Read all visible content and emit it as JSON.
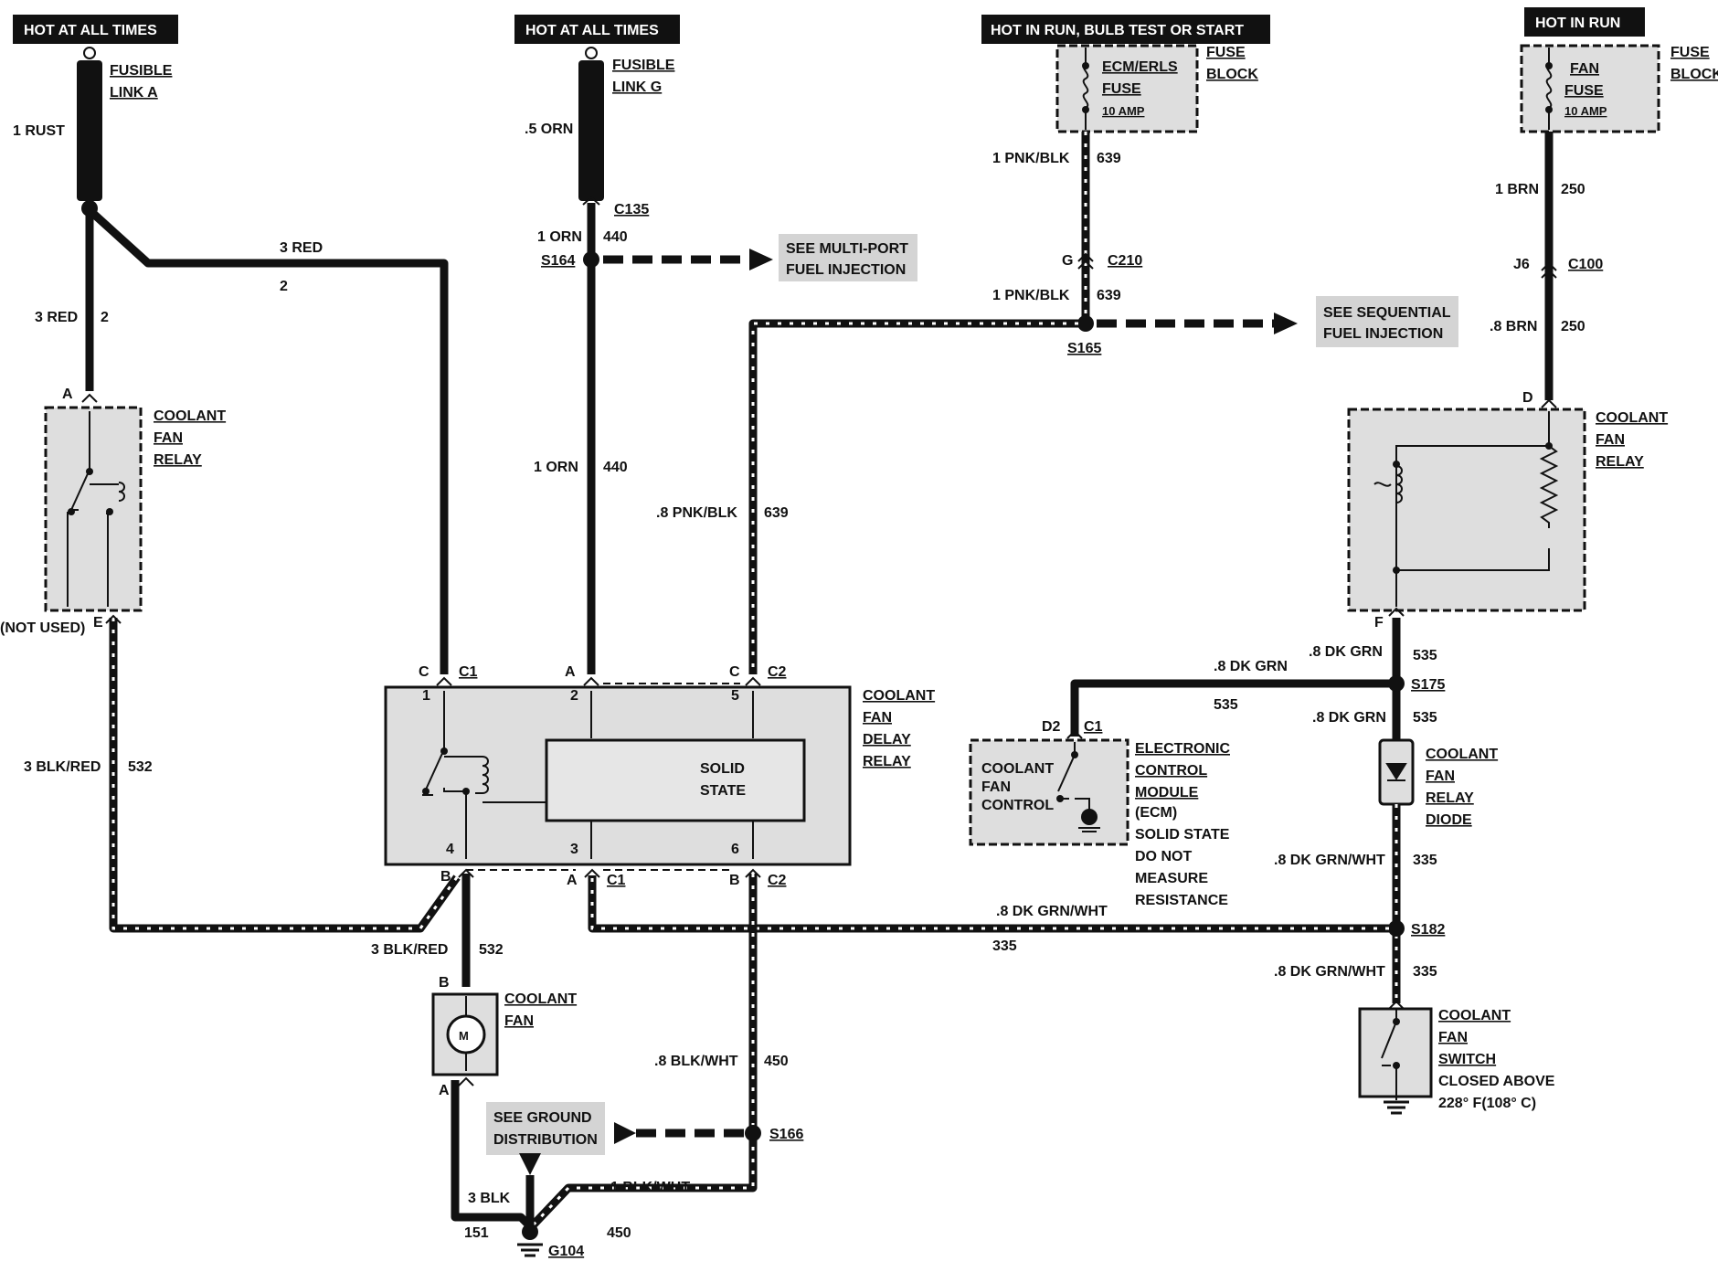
{
  "headers": {
    "h1": "HOT AT ALL TIMES",
    "h2": "HOT AT ALL TIMES",
    "h3": "HOT IN RUN, BULB TEST OR START",
    "h4": "HOT IN RUN"
  },
  "fusible_a": [
    "FUSIBLE",
    "LINK A"
  ],
  "fusible_g": [
    "FUSIBLE",
    "LINK G"
  ],
  "ecm_fuse": [
    "ECM/ERLS",
    "FUSE",
    "10 AMP"
  ],
  "fan_fuse": [
    "FAN",
    "FUSE",
    "10 AMP"
  ],
  "fuse_block_1": [
    "FUSE",
    "BLOCK"
  ],
  "fuse_block_2": [
    "FUSE",
    "BLOCK"
  ],
  "relay_left": [
    "COOLANT",
    "FAN",
    "RELAY"
  ],
  "relay_right": [
    "COOLANT",
    "FAN",
    "RELAY"
  ],
  "delay_relay": [
    "COOLANT",
    "FAN",
    "DELAY",
    "RELAY"
  ],
  "solid_state": [
    "SOLID",
    "STATE"
  ],
  "ecm_box": [
    "COOLANT",
    "FAN",
    "CONTROL"
  ],
  "ecm_label": [
    "ELECTRONIC",
    "CONTROL",
    "MODULE"
  ],
  "ecm_note": [
    "(ECM)",
    "SOLID STATE",
    "DO NOT",
    "MEASURE",
    "RESISTANCE"
  ],
  "diode": [
    "COOLANT",
    "FAN",
    "RELAY",
    "DIODE"
  ],
  "fan": [
    "COOLANT",
    "FAN"
  ],
  "fan_switch": [
    "COOLANT",
    "FAN",
    "SWITCH"
  ],
  "fan_switch_note": [
    "CLOSED ABOVE",
    "228° F(108° C)"
  ],
  "see_mpfi": [
    "SEE MULTI-PORT",
    "FUEL INJECTION"
  ],
  "see_sfi": [
    "SEE SEQUENTIAL",
    "FUEL INJECTION"
  ],
  "see_ground": [
    "SEE GROUND",
    "DISTRIBUTION"
  ],
  "not_used": "(NOT USED)",
  "wires": {
    "w1": "1 RUST",
    "w2": "3 RED",
    "w2n": "2",
    "w3": "3 RED",
    "w3n": "2",
    "w4": ".5 ORN",
    "w5": "1 ORN",
    "w5n": "440",
    "w6": "1 ORN",
    "w6n": "440",
    "w7": "1 PNK/BLK",
    "w7n": "639",
    "w8": "1 PNK/BLK",
    "w8n": "639",
    "w9": ".8 PNK/BLK",
    "w9n": "639",
    "w10": "1 BRN",
    "w10n": "250",
    "w11": ".8 BRN",
    "w11n": "250",
    "w12": ".8 DK GRN",
    "w12n": "535",
    "w13": ".8 DK GRN",
    "w13n": "535",
    "w14": ".8 DK GRN",
    "w14n": "535",
    "w15": ".8 DK GRN/WHT",
    "w15n": "335",
    "w16": ".8 DK GRN/WHT",
    "w16n": "335",
    "w17": ".8 DK GRN/WHT",
    "w17n": "335",
    "w18": "3 BLK/RED",
    "w18n": "532",
    "w19": "3 BLK/RED",
    "w19n": "532",
    "w20": ".8 BLK/WHT",
    "w20n": "450",
    "w21": "1 BLK/WHT",
    "w21n": "450",
    "w22": "3 BLK",
    "w22n": "151"
  },
  "connectors": {
    "c135": "C135",
    "s164": "S164",
    "c210": "C210",
    "g": "G",
    "s165": "S165",
    "c100": "C100",
    "j6": "J6",
    "s175": "S175",
    "s182": "S182",
    "s166": "S166",
    "g104": "G104",
    "c1a": "C1",
    "c2a": "C2",
    "c1b": "C1",
    "c2b": "C2",
    "c1c": "C1",
    "d2": "D2",
    "pinA1": "A",
    "pinE": "E",
    "pinCleft": "C",
    "pinAcenter": "A",
    "pinCright": "C",
    "pinBbot": "B",
    "pinAbot": "A",
    "pinBbot2": "B",
    "pinD": "D",
    "pinF": "F",
    "fanB": "B",
    "fanA": "A",
    "n1": "1",
    "n2": "2",
    "n5": "5",
    "n4": "4",
    "n3": "3",
    "n6": "6",
    "motor": "M"
  }
}
